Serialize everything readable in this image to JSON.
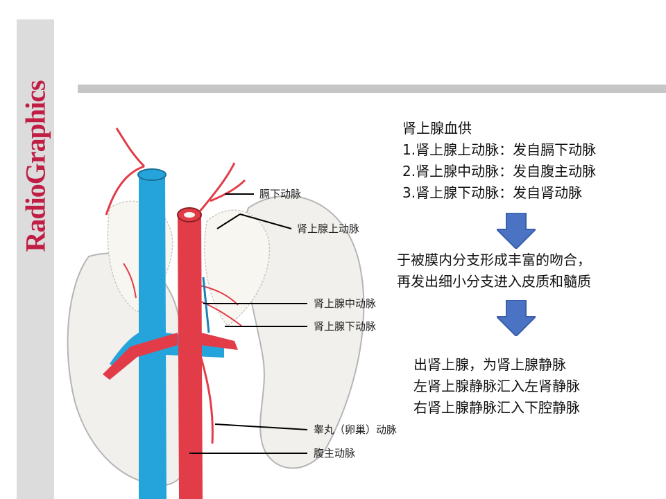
{
  "brand": {
    "text": "RadioGraphics"
  },
  "colors": {
    "brand": "#c01e45",
    "artery": "#e23c48",
    "vein": "#25a4dc",
    "arrow": "#4a73c4",
    "rule": "#c6c6c6"
  },
  "diagram": {
    "labels": [
      "膈下动脉",
      "肾上腺上动脉",
      "肾上腺中动脉",
      "肾上腺下动脉",
      "睾丸（卵巢）动脉",
      "腹主动脉"
    ]
  },
  "text_blocks": [
    {
      "lines": [
        "肾上腺血供",
        "1.肾上腺上动脉：发自膈下动脉",
        "2.肾上腺中动脉：发自腹主动脉",
        "3.肾上腺下动脉：发自肾动脉"
      ]
    },
    {
      "lines": [
        "于被膜内分支形成丰富的吻合，",
        "再发出细小分支进入皮质和髓质"
      ]
    },
    {
      "lines": [
        "出肾上腺，为肾上腺静脉",
        "左肾上腺静脉汇入左肾静脉",
        "右肾上腺静脉汇入下腔静脉"
      ]
    }
  ],
  "icons": [
    "down-arrow-icon",
    "down-arrow-icon"
  ]
}
